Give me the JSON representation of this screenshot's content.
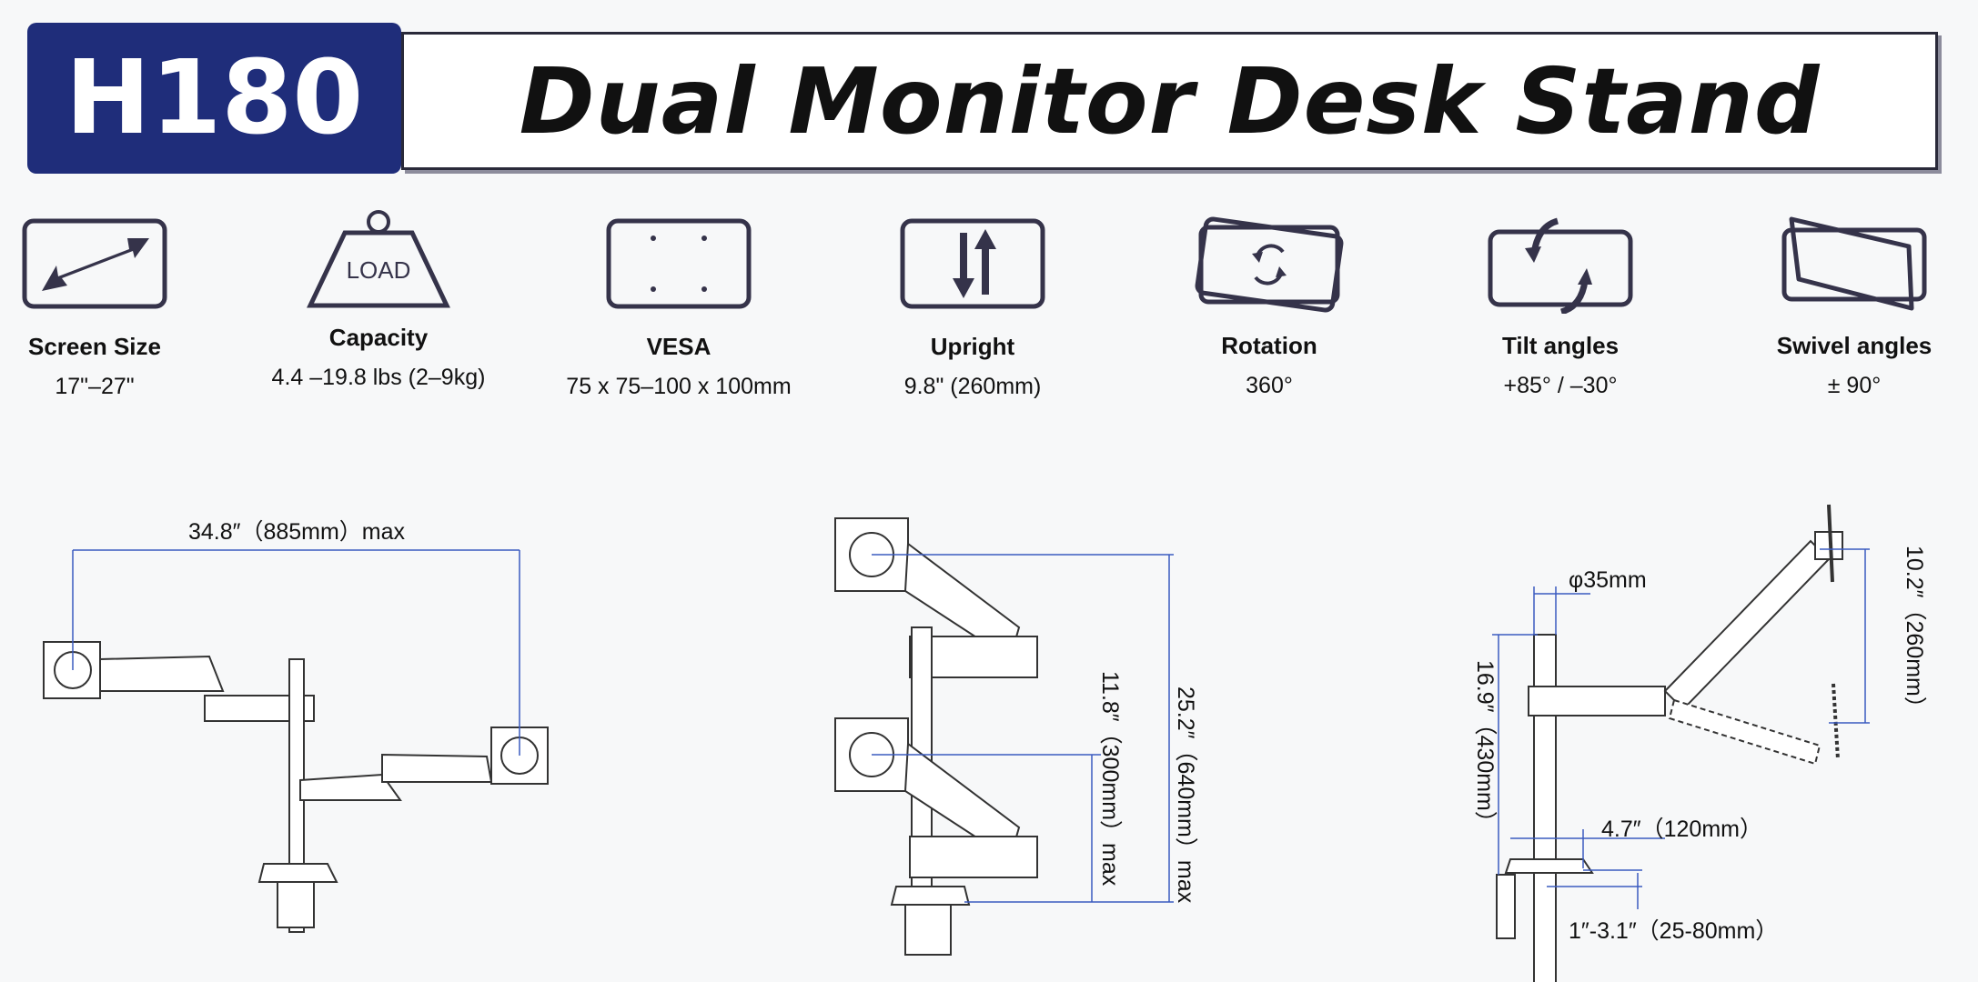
{
  "header": {
    "model": "H180",
    "title": "Dual Monitor Desk Stand",
    "brand_color": "#1f2d7a"
  },
  "features": [
    {
      "icon": "diagonal-arrow-icon",
      "label": "Screen Size",
      "value": "17\"–27\""
    },
    {
      "icon": "load-weight-icon",
      "label": "Capacity",
      "value": "4.4 –19.8 lbs (2–9kg)",
      "icon_text": "LOAD"
    },
    {
      "icon": "vesa-holes-icon",
      "label": "VESA",
      "value": "75 x 75–100 x 100mm"
    },
    {
      "icon": "up-down-arrows-icon",
      "label": "Upright",
      "value": "9.8\" (260mm)"
    },
    {
      "icon": "rotation-icon",
      "label": "Rotation",
      "value": "360°"
    },
    {
      "icon": "tilt-icon",
      "label": "Tilt angles",
      "value": "+85°   /  –30°"
    },
    {
      "icon": "swivel-icon",
      "label": "Swivel angles",
      "value": "± 90°"
    }
  ],
  "diagrams": {
    "reach": {
      "label": "34.8″（885mm）max"
    },
    "height": {
      "total": "25.2″（640mm）max",
      "spacing": "11.8″（300mm）max"
    },
    "side": {
      "pole_diameter": "φ35mm",
      "vertical_travel": "10.2″（260mm）",
      "pole_height": "16.9″（430mm）",
      "base_offset": "4.7″（120mm）",
      "clamp_range": "1″-3.1″（25-80mm）"
    }
  },
  "colors": {
    "icon_stroke": "#35334a",
    "dimension_line": "#3a5bbf"
  }
}
